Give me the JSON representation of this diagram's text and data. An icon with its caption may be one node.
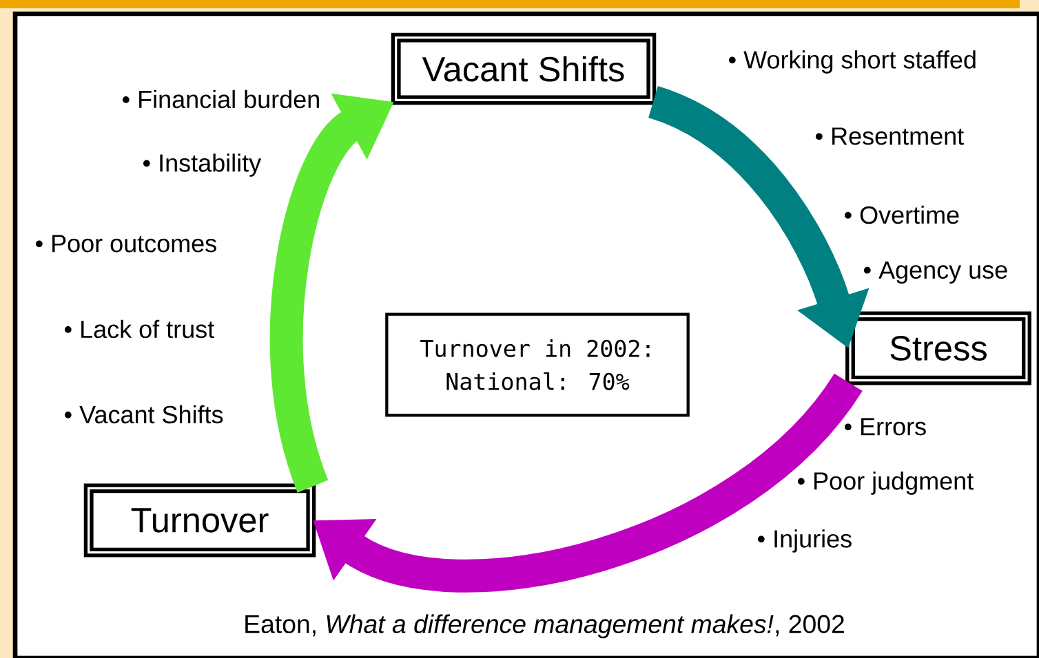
{
  "diagram": {
    "caption": "Eaton, *What a difference management makes!*, 2002",
    "nodes": [
      {
        "text": [
          "Vacant Shifts"
        ]
      },
      {
        "text": [
          "Stress"
        ]
      },
      {
        "text": [
          "Turnover"
        ]
      },
      {
        "text": [
          "Turnover in 2002:",
          "National: 70%"
        ]
      }
    ],
    "edges": [
      {
        "from": 0,
        "to": 1,
        "arrow": "to",
        "color": "#008080"
      },
      {
        "from": 1,
        "to": 2,
        "arrow": "to",
        "color": "#c000c0"
      },
      {
        "from": 2,
        "to": 0,
        "arrow": "to",
        "color": "#5ee832"
      }
    ],
    "labels": [
      "• Working short staffed",
      "• Financial burden",
      "• Resentment",
      "• Instability",
      "• Overtime",
      "• Poor outcomes",
      "• Agency use",
      "• Lack of trust",
      "• Vacant Shifts",
      "• Errors",
      "• Poor judgment",
      "• Injuries"
    ]
  }
}
